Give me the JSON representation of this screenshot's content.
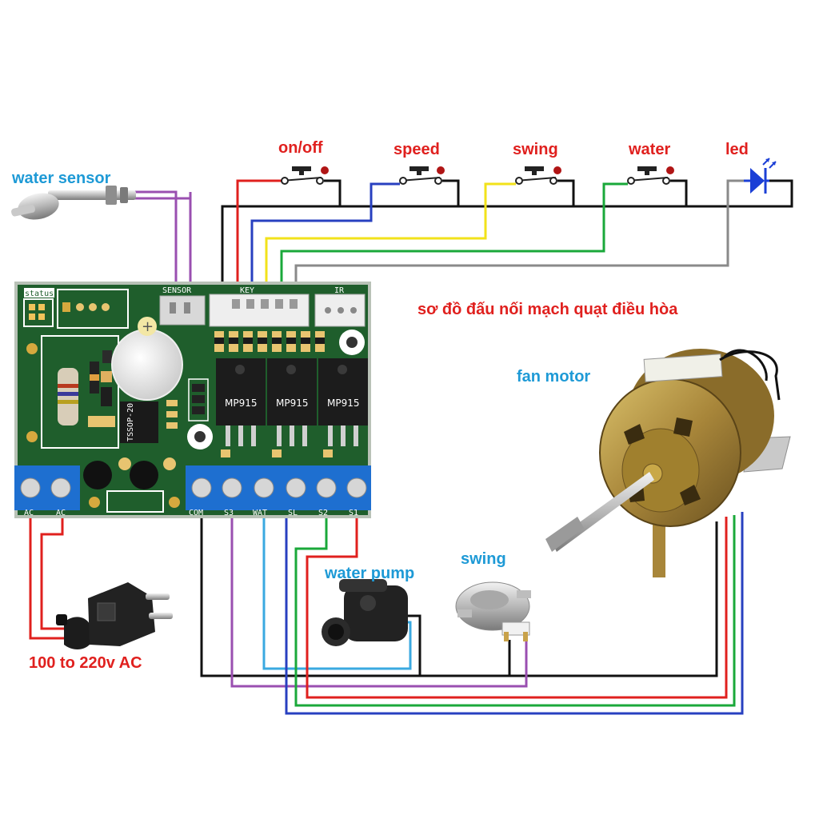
{
  "title": "sơ đồ đấu nối mạch quạt điều hòa",
  "buttons": [
    {
      "id": "onoff",
      "label": "on/off"
    },
    {
      "id": "speed",
      "label": "speed"
    },
    {
      "id": "swing",
      "label": "swing"
    },
    {
      "id": "water",
      "label": "water"
    }
  ],
  "led_label": "led",
  "components": {
    "water_sensor": "water sensor",
    "fan_motor": "fan motor",
    "water_pump": "water pump",
    "swing_motor": "swing",
    "power": "100 to 220v AC"
  },
  "board": {
    "status": "status",
    "sensor_header": "SENSOR",
    "key_header": "KEY",
    "ir_header": "IR",
    "ic_label": "TSSOP-20",
    "triacs": [
      "MP915",
      "MP915",
      "MP915"
    ],
    "terminal_left": [
      "AC",
      "AC"
    ],
    "terminal_right": [
      "COM",
      "S3",
      "WAT",
      "SL",
      "S2",
      "S1"
    ]
  },
  "colors": {
    "red": "#e0201e",
    "blue": "#2840c0",
    "yellow": "#f2e21a",
    "green": "#1aa83a",
    "gray": "#8a8a8a",
    "purple": "#9a4fb0",
    "black": "#111111",
    "cyan": "#3aa9e0",
    "pcb": "#1f5e2c",
    "terminal": "#1e6fd0"
  }
}
